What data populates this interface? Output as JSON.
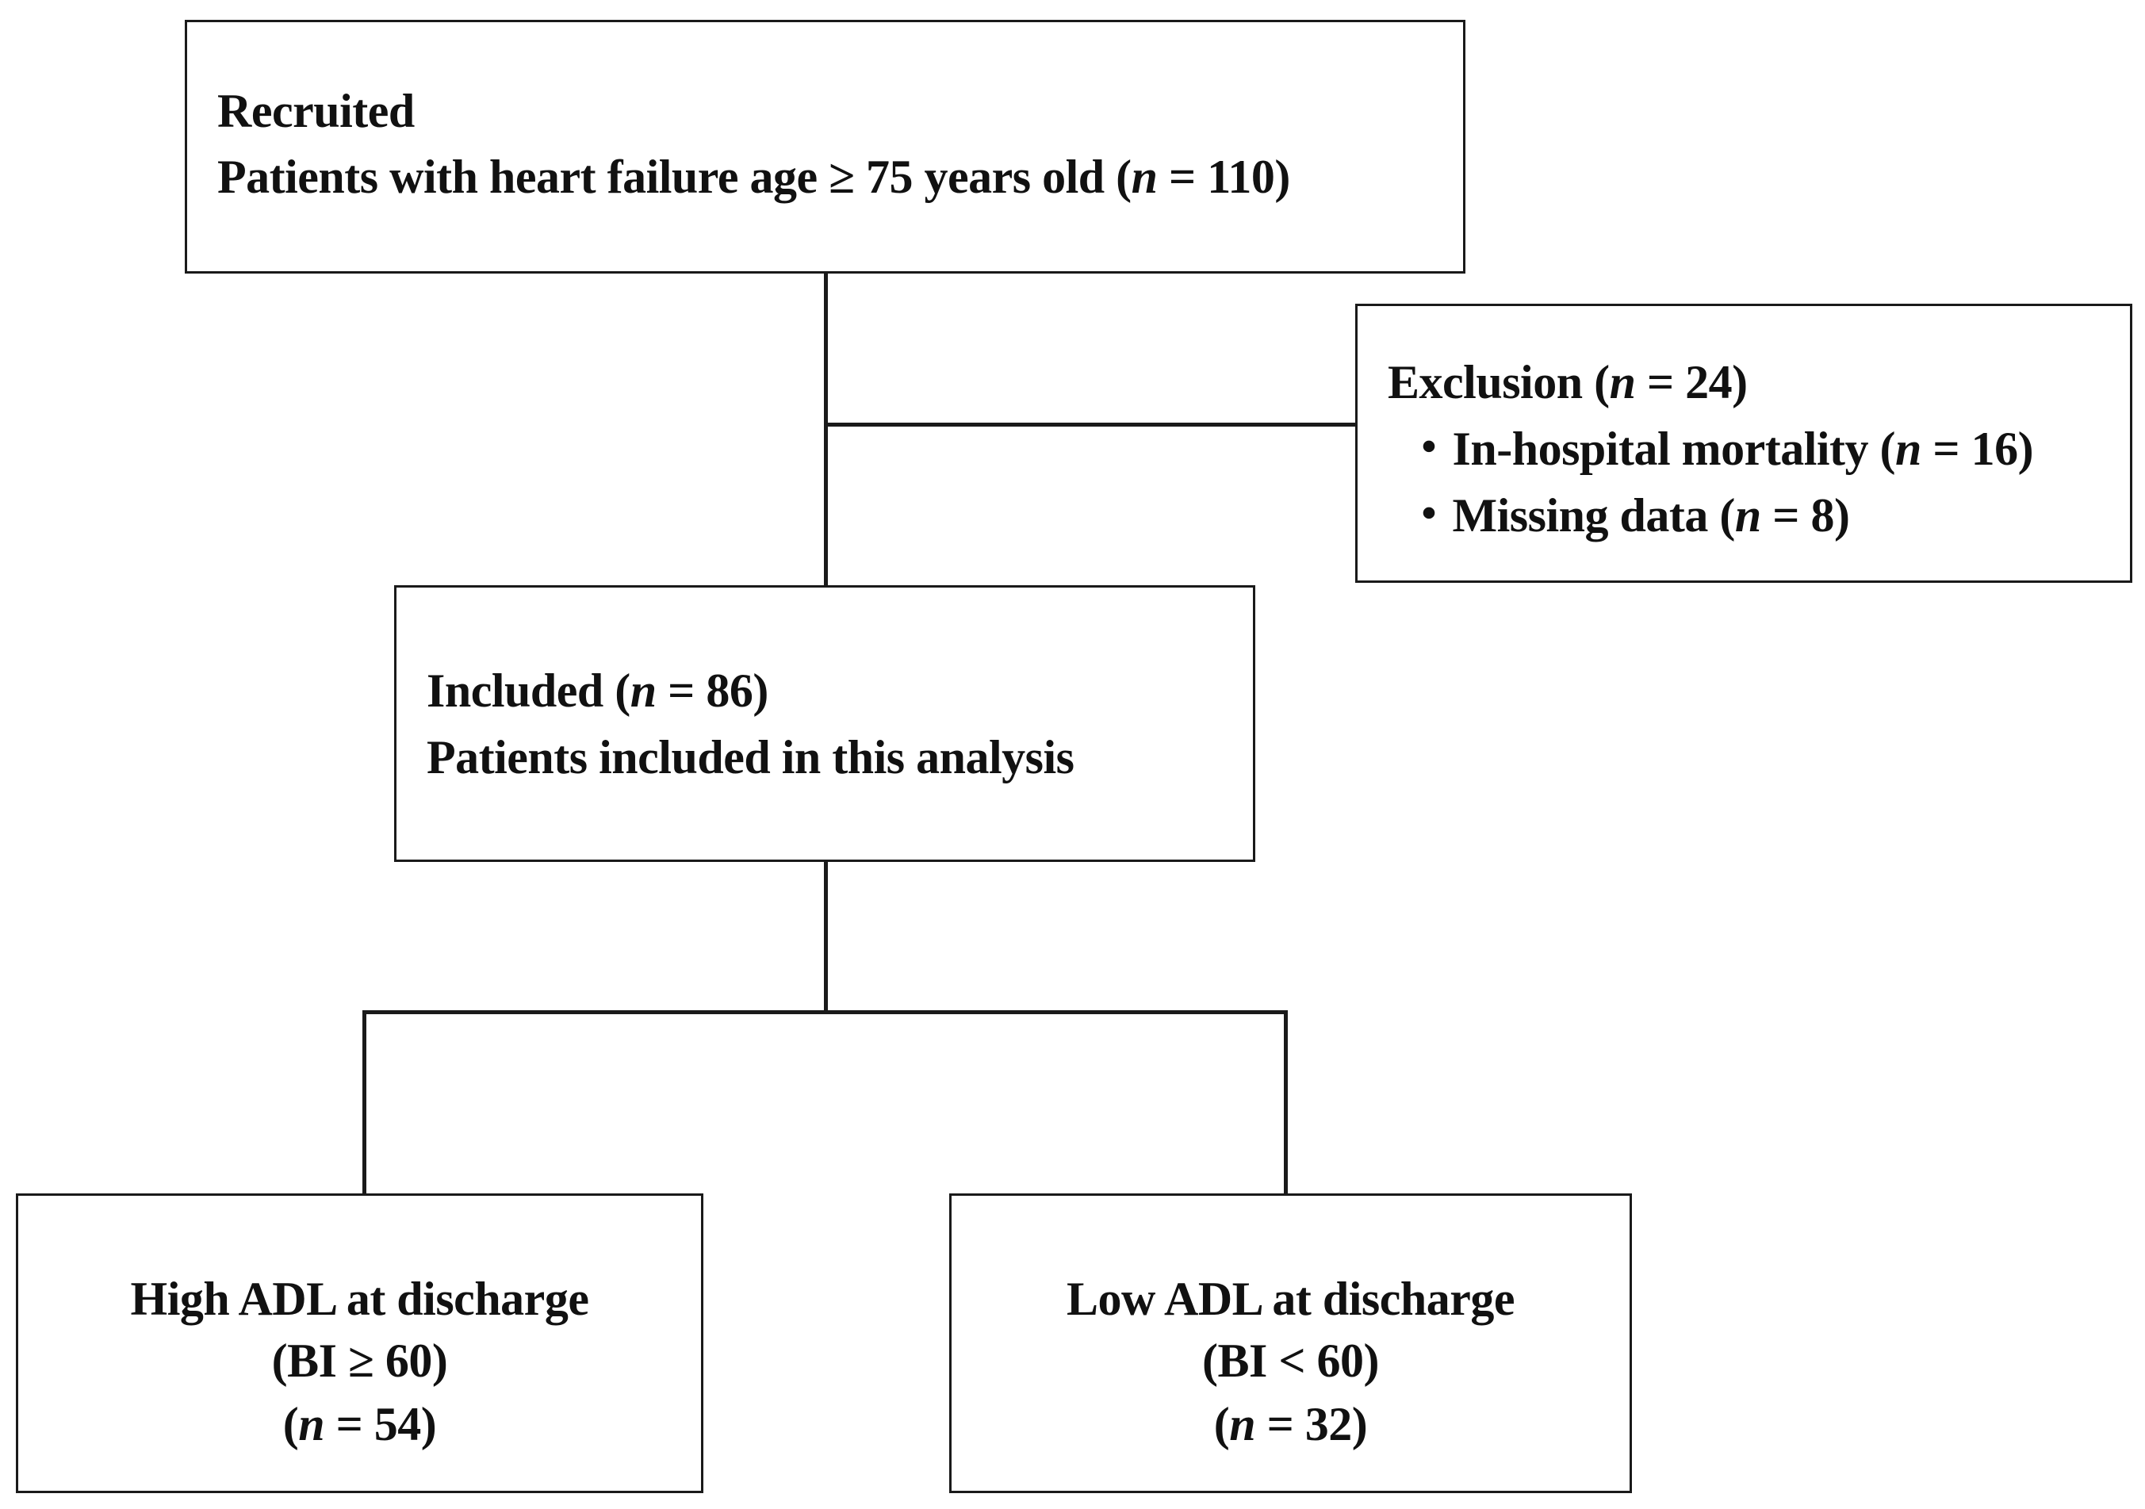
{
  "recruited": {
    "heading": "Recruited",
    "line_prefix": "Patients with heart failure age ≥ 75 years old (",
    "n_label": "n",
    "n_value": " = 110)"
  },
  "exclusion": {
    "heading_prefix": "Exclusion (",
    "n_label": "n",
    "heading_suffix": " = 24)",
    "items": [
      {
        "bullet": "・",
        "prefix": "In-hospital mortality (",
        "n_label": "n",
        "suffix": " = 16)"
      },
      {
        "bullet": "・",
        "prefix": "Missing data (",
        "n_label": "n",
        "suffix": " = 8)"
      }
    ]
  },
  "included": {
    "heading_prefix": "Included (",
    "n_label": "n",
    "heading_suffix": " = 86)",
    "line2": "Patients included in this analysis"
  },
  "high_adl": {
    "title": "High ADL at discharge",
    "criteria": "(BI ≥ 60)",
    "n_prefix": "(",
    "n_label": "n",
    "n_suffix": " = 54)"
  },
  "low_adl": {
    "title": "Low ADL at discharge",
    "criteria": "(BI < 60)",
    "n_prefix": "(",
    "n_label": "n",
    "n_suffix": " = 32)"
  }
}
